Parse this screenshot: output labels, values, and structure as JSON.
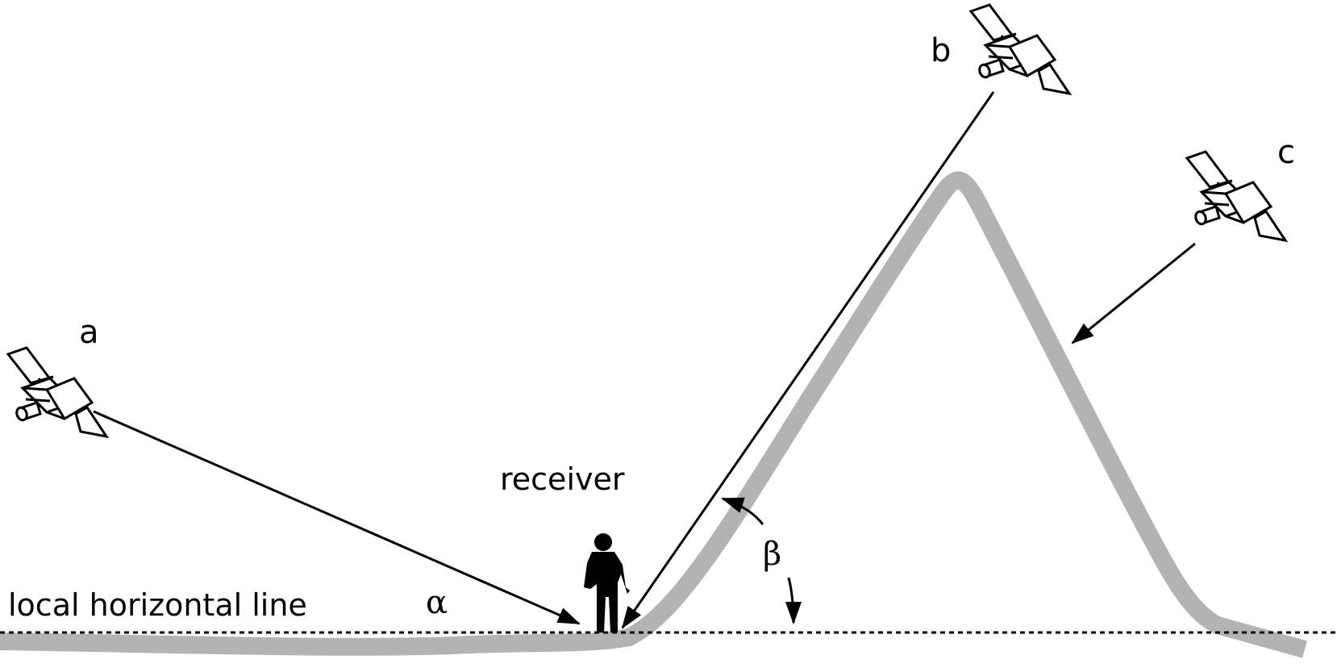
{
  "labels": {
    "satellite_a": "a",
    "satellite_b": "b",
    "satellite_c": "c",
    "receiver": "receiver",
    "horizon": "local horizontal line",
    "alpha": "α",
    "beta": "β"
  },
  "colors": {
    "terrain": "#b3b3b3",
    "ink": "#000000"
  },
  "icons": {
    "satellite": "satellite-icon",
    "person": "person-silhouette-icon"
  }
}
